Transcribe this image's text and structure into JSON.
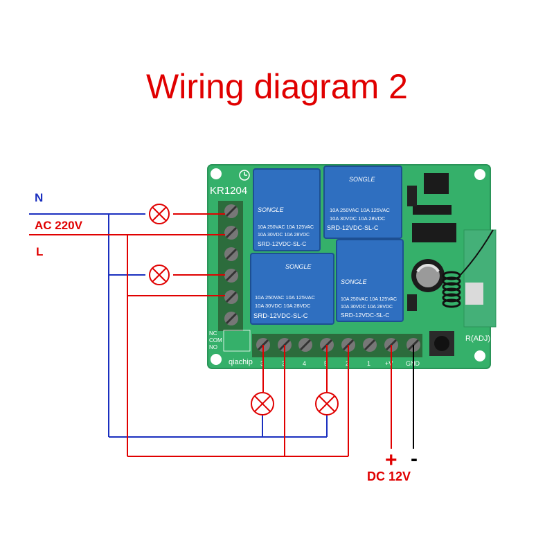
{
  "title": "Wiring diagram 2",
  "labels": {
    "neutral": "N",
    "ac_voltage": "AC 220V",
    "live": "L",
    "dc_plus": "+",
    "dc_minus": "-",
    "dc_voltage": "DC 12V"
  },
  "board": {
    "model": "KR1204",
    "brand": "qiachip",
    "button_label": "R(ADJ)",
    "relays": [
      {
        "brand": "SONGLE",
        "rating_1": "10A 250VAC  10A 125VAC",
        "rating_2": "10A 30VDC  10A 28VDC",
        "model": "SRD-12VDC-SL-C"
      },
      {
        "brand": "SONGLE",
        "rating_1": "10A 250VAC  10A 125VAC",
        "rating_2": "10A 30VDC  10A 28VDC",
        "model": "SRD-12VDC-SL-C"
      },
      {
        "brand": "SONGLE",
        "rating_1": "10A 250VAC  10A 125VAC",
        "rating_2": "10A 30VDC  10A 28VDC",
        "model": "SRD-12VDC-SL-C"
      },
      {
        "brand": "SONGLE",
        "rating_1": "10A 250VAC  10A 125VAC",
        "rating_2": "10A 30VDC  10A 28VDC",
        "model": "SRD-12VDC-SL-C"
      }
    ],
    "contact_rows": [
      "NC",
      "COM",
      "NO"
    ],
    "bottom_terminals": [
      "3",
      "3",
      "4",
      "5",
      "2",
      "1",
      "+V",
      "GND"
    ]
  },
  "colors": {
    "title": "#e00000",
    "live_wire": "#e00000",
    "neutral_wire": "#1a2fbf",
    "dc_negative_wire": "#000000",
    "board": "#35b06a",
    "relay": "#2f6fc0"
  },
  "icons": {
    "lamp": "lamp-icon",
    "clock": "clock-icon"
  }
}
